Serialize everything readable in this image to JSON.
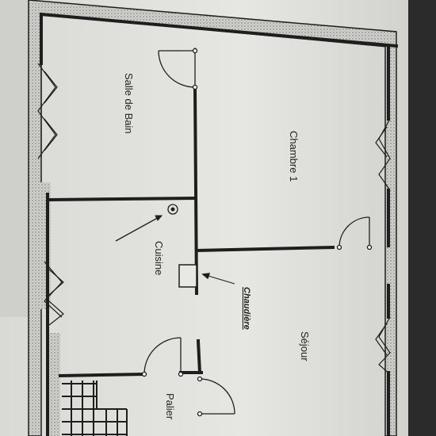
{
  "rooms": {
    "salle_de_bain": "Salle de Bain",
    "chambre": "Chambre 1",
    "cuisine": "Cuisine",
    "sejour": "Séjour",
    "palier": "Palier",
    "chaudiere": "Chaudière"
  },
  "colors": {
    "paper": "#e4e4e2",
    "wall": "#1e1e1e",
    "hatch": "#8a8a86"
  },
  "icons": [
    "door-swing-icon",
    "window-icon",
    "boiler-icon",
    "vent-icon",
    "stairs-icon"
  ]
}
